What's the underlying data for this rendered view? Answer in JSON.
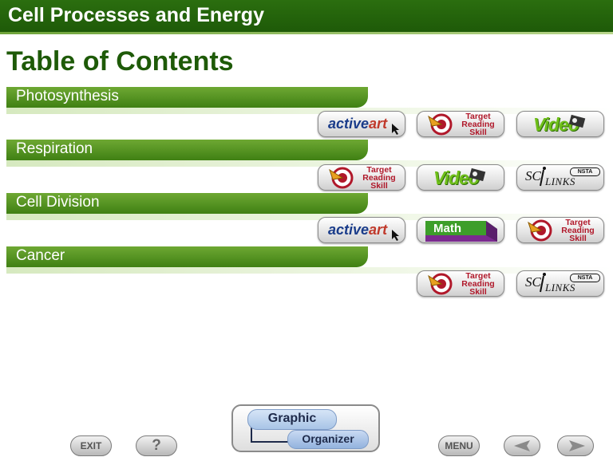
{
  "header": {
    "title": "Cell Processes and Energy"
  },
  "page": {
    "title": "Table of Contents"
  },
  "sections": [
    {
      "label": "Photosynthesis"
    },
    {
      "label": "Respiration"
    },
    {
      "label": "Cell Division"
    },
    {
      "label": "Cancer"
    }
  ],
  "buttons": {
    "active_art": {
      "part1": "active",
      "part2": "art"
    },
    "target_reading": {
      "line1": "Target",
      "line2": "Reading",
      "line3": "Skill"
    },
    "video": {
      "label": "Video"
    },
    "scilinks": {
      "sci": "SC",
      "links": "LINKS",
      "nsta": "NSTA"
    },
    "math": {
      "label": "Math"
    }
  },
  "bottom_nav": {
    "exit": "EXIT",
    "help": "?",
    "graphic_organizer": {
      "line1": "Graphic",
      "line2": "Organizer"
    },
    "menu": "MENU"
  },
  "colors": {
    "header_green": "#1e5a08",
    "bar_green": "#4f9420",
    "title_green": "#1e5a08",
    "target_red": "#b0182a",
    "math_purple": "#7b2a8f",
    "math_green": "#3d9e2a"
  }
}
